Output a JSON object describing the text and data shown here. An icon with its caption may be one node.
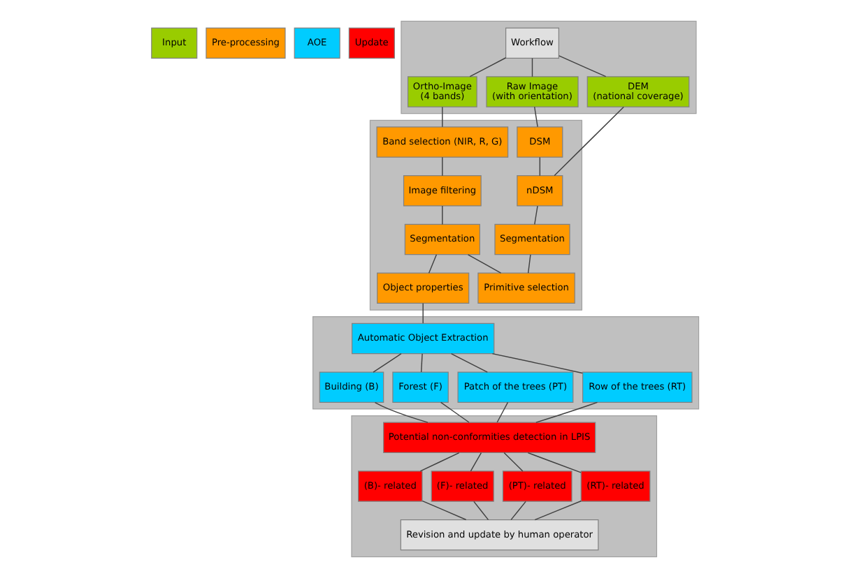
{
  "diagram": {
    "nodes": [
      {
        "text": [
          "Input"
        ]
      },
      {
        "text": [
          "Pre-processing"
        ]
      },
      {
        "text": [
          "AOE"
        ]
      },
      {
        "text": [
          "Update"
        ]
      },
      {
        "text": [],
        "shape": "box"
      },
      {
        "text": [
          "Workflow"
        ],
        "in": 4
      },
      {
        "text": [
          "Ortho-Image",
          "(4 bands)"
        ],
        "in": 4
      },
      {
        "text": [
          "Raw Image",
          "(with orientation)"
        ],
        "in": 4
      },
      {
        "text": [
          "DEM",
          "(national coverage)"
        ],
        "in": 4
      },
      {
        "text": [],
        "shape": "box"
      },
      {
        "text": [
          "Band selection (NIR, R, G)"
        ],
        "in": 9
      },
      {
        "text": [
          "DSM"
        ],
        "in": 9
      },
      {
        "text": [
          "nDSM"
        ],
        "in": 9
      },
      {
        "text": [
          "Image filtering"
        ],
        "in": 9
      },
      {
        "text": [
          "Segmentation"
        ],
        "in": 9
      },
      {
        "text": [
          "Segmentation"
        ],
        "in": 9
      },
      {
        "text": [
          "Object properties"
        ],
        "in": 9
      },
      {
        "text": [
          "Primitive selection"
        ],
        "in": 9
      },
      {
        "text": [],
        "shape": "box"
      },
      {
        "text": [
          "Automatic Object Extraction"
        ],
        "in": 18
      },
      {
        "text": [
          "Building (B)"
        ],
        "in": 18
      },
      {
        "text": [
          "Forest (F)"
        ],
        "in": 18
      },
      {
        "text": [
          "Patch of the trees (PT)"
        ],
        "in": 18
      },
      {
        "text": [
          "Row of the trees (RT)"
        ],
        "in": 18
      },
      {
        "text": [],
        "shape": "box"
      },
      {
        "text": [
          "Potential non-conformities detection in LPIS"
        ],
        "in": 24
      },
      {
        "text": [
          "(B)- related"
        ],
        "in": 24
      },
      {
        "text": [
          "(F)- related"
        ],
        "in": 24
      },
      {
        "text": [
          "(PT)- related"
        ],
        "in": 24
      },
      {
        "text": [
          "(RT)- related"
        ],
        "in": 24
      },
      {
        "text": [
          "Revision and update by human operator"
        ],
        "in": 24
      }
    ],
    "edges": [
      {
        "from": 5,
        "to": 6,
        "arrow": "none"
      },
      {
        "from": 5,
        "to": 7,
        "arrow": "none"
      },
      {
        "from": 5,
        "to": 8,
        "arrow": "none"
      },
      {
        "from": 6,
        "to": 10,
        "arrow": "none"
      },
      {
        "from": 10,
        "to": 13,
        "arrow": "none"
      },
      {
        "from": 13,
        "to": 14,
        "arrow": "none"
      },
      {
        "from": 7,
        "to": 11,
        "arrow": "none"
      },
      {
        "from": 11,
        "to": 12,
        "arrow": "none"
      },
      {
        "from": 8,
        "to": 12,
        "arrow": "none"
      },
      {
        "from": 12,
        "to": 15,
        "arrow": "none"
      },
      {
        "from": 15,
        "to": 17,
        "arrow": "none"
      },
      {
        "from": 14,
        "to": 17,
        "arrow": "none"
      },
      {
        "from": 14,
        "to": 16,
        "arrow": "none"
      },
      {
        "from": 16,
        "to": 19,
        "arrow": "none"
      },
      {
        "from": 19,
        "to": 20,
        "arrow": "none"
      },
      {
        "from": 19,
        "to": 21,
        "arrow": "none"
      },
      {
        "from": 19,
        "to": 22,
        "arrow": "none"
      },
      {
        "from": 19,
        "to": 23,
        "arrow": "none"
      },
      {
        "from": 20,
        "to": 25,
        "arrow": "none"
      },
      {
        "from": 21,
        "to": 25,
        "arrow": "none"
      },
      {
        "from": 22,
        "to": 25,
        "arrow": "none"
      },
      {
        "from": 23,
        "to": 25,
        "arrow": "none"
      },
      {
        "from": 25,
        "to": 26,
        "arrow": "none"
      },
      {
        "from": 25,
        "to": 27,
        "arrow": "none"
      },
      {
        "from": 25,
        "to": 28,
        "arrow": "none"
      },
      {
        "from": 25,
        "to": 29,
        "arrow": "none"
      },
      {
        "from": 26,
        "to": 30,
        "arrow": "none"
      },
      {
        "from": 27,
        "to": 30,
        "arrow": "none"
      },
      {
        "from": 28,
        "to": 30,
        "arrow": "none"
      },
      {
        "from": 29,
        "to": 30,
        "arrow": "none"
      }
    ]
  }
}
